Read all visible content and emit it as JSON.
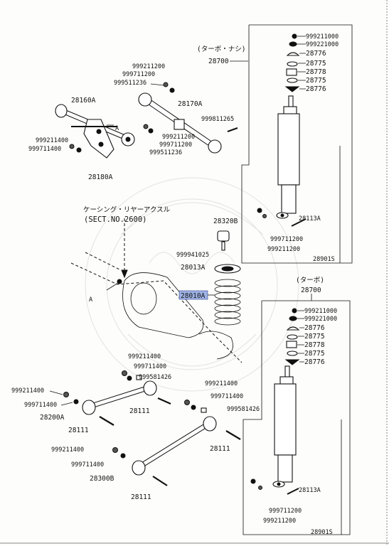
{
  "title_jp": "(ターボ・ナシ)",
  "title_jp2": "(ターボ)",
  "section_jp": "ケーシング・リヤーアクスル",
  "section_ref": "(SECT.NO.2600)",
  "arrow_a": "A",
  "arrow_a2": "A",
  "labels": {
    "p28700a": "28700",
    "p28700b": "28700",
    "p28160a": "28160A",
    "p28170a": "28170A",
    "p28180a": "28180A",
    "p28320b": "28320B",
    "p28013a": "28013A",
    "p28010a": "28010A",
    "p28200a": "28200A",
    "p28300b": "28300B",
    "p28111a": "28111",
    "p28111b": "28111",
    "p28111c": "28111",
    "p28111d": "28111",
    "p28113a_t": "28113A",
    "p28113a_b": "28113A",
    "p28901s_t": "28901S",
    "p28901s_b": "28901S",
    "b999211200_1": "999211200",
    "b999711200_1": "999711200",
    "b999511236_1": "999511236",
    "b999811265": "999811265",
    "b999211200_2": "999211200",
    "b999711200_2": "999711200",
    "b999511236_2": "999511236",
    "b999211400_a": "999211400",
    "b999711400_a": "999711400",
    "b999941025": "999941025",
    "b999211400_b": "999211400",
    "b999711400_b": "999711400",
    "b999581426_a": "999581426",
    "b999211400_c": "999211400",
    "b999711400_c": "999711400",
    "b999211400_d": "999211400",
    "b999711400_d": "999711400",
    "b999581426_b": "999581426",
    "b999211400_e": "999211400",
    "b999711400_e": "999711400",
    "st_999211000": "999211000",
    "st_999221000": "999221000",
    "st_28776a": "28776",
    "st_28775a": "28775",
    "st_28778": "28778",
    "st_28775b": "28775",
    "st_28776b": "28776",
    "st_999711200": "999711200",
    "st_999211200": "999211200",
    "sb_999211000": "999211000",
    "sb_999221000": "999221000",
    "sb_28776a": "28776",
    "sb_28775a": "28775",
    "sb_28778": "28778",
    "sb_28775b": "28775",
    "sb_28776b": "28776",
    "sb_999711200": "999711200",
    "sb_999211200": "999211200"
  }
}
